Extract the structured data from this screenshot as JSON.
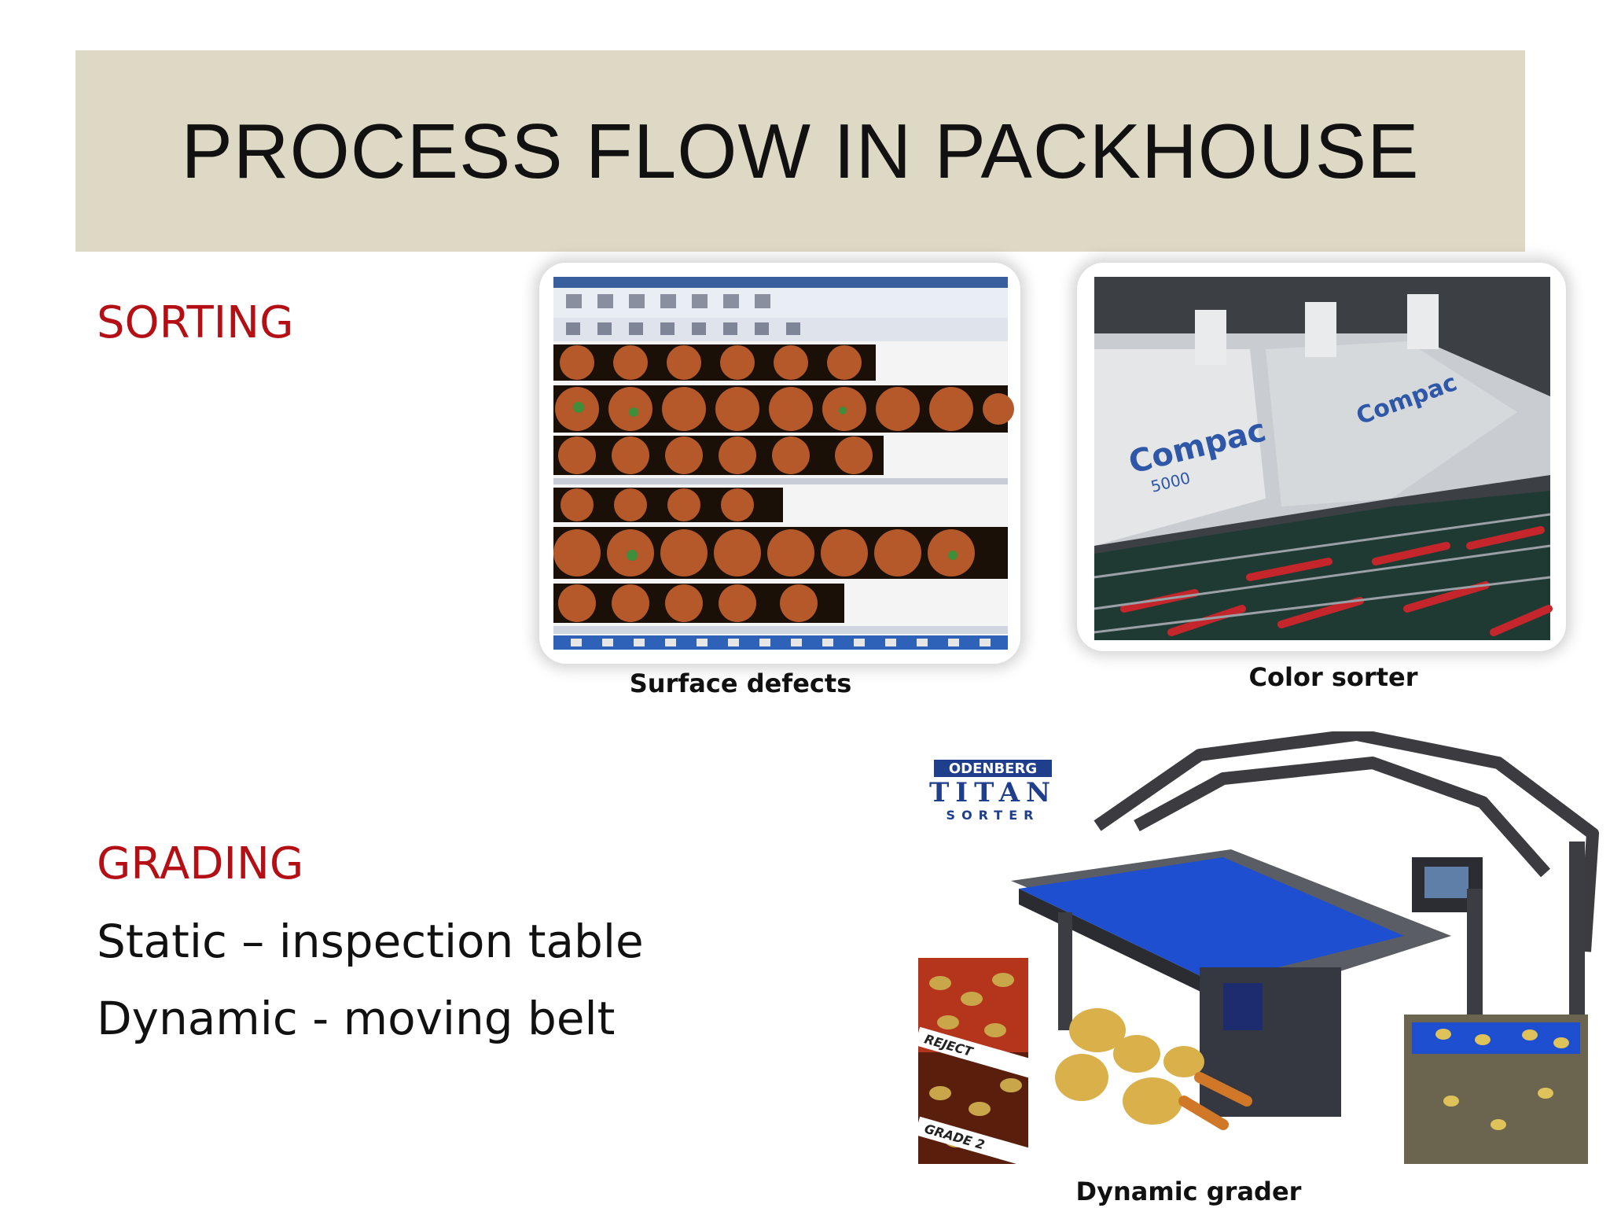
{
  "slide": {
    "title": "PROCESS FLOW IN PACKHOUSE",
    "sorting_heading": "SORTING",
    "grading_heading": "GRADING",
    "grading_points": [
      "Static – inspection table",
      "Dynamic - moving belt"
    ]
  },
  "figures": {
    "surface_defects": {
      "caption": "Surface defects"
    },
    "color_sorter": {
      "caption": "Color sorter",
      "brand": "Compac",
      "model": "5000"
    },
    "dynamic_grader": {
      "caption": "Dynamic grader",
      "brand_line1": "ODENBERG",
      "brand_line2": "TITAN",
      "brand_line3": "SORTER",
      "inset_label_1": "REJECT",
      "inset_label_2": "GRADE 2"
    }
  },
  "colors": {
    "title_band": "#ddd9c4",
    "heading_red": "#b30f14",
    "belt_blue": "#1f4fd1"
  }
}
